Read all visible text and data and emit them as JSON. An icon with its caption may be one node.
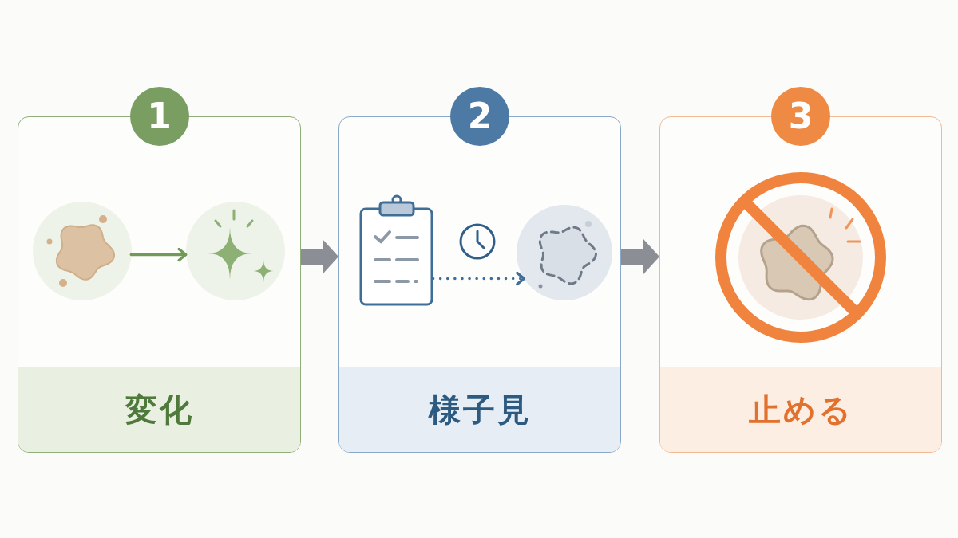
{
  "diagram": {
    "nodes": [
      {
        "text": [
          "1",
          "変化"
        ]
      },
      {
        "text": [],
        "shape": "circle",
        "in": 0
      },
      {
        "text": [],
        "shape": "circle",
        "in": 0
      },
      {
        "text": [
          "2",
          "様子見"
        ]
      },
      {
        "text": [],
        "shape": "picture",
        "in": 3
      },
      {
        "text": [],
        "shape": "circle",
        "in": 3
      },
      {
        "text": [
          "3",
          "止める"
        ]
      }
    ],
    "edges": [
      {
        "from": 0,
        "to": 3,
        "arrow": "to",
        "style": "thick"
      },
      {
        "from": 3,
        "to": 6,
        "arrow": "to",
        "style": "thick"
      },
      {
        "from": 1,
        "to": 2,
        "arrow": "to",
        "color": "#6f9a58"
      },
      {
        "from": 4,
        "to": 5,
        "arrow": "to",
        "style": "dashed",
        "color": "#3f6e98"
      }
    ]
  }
}
